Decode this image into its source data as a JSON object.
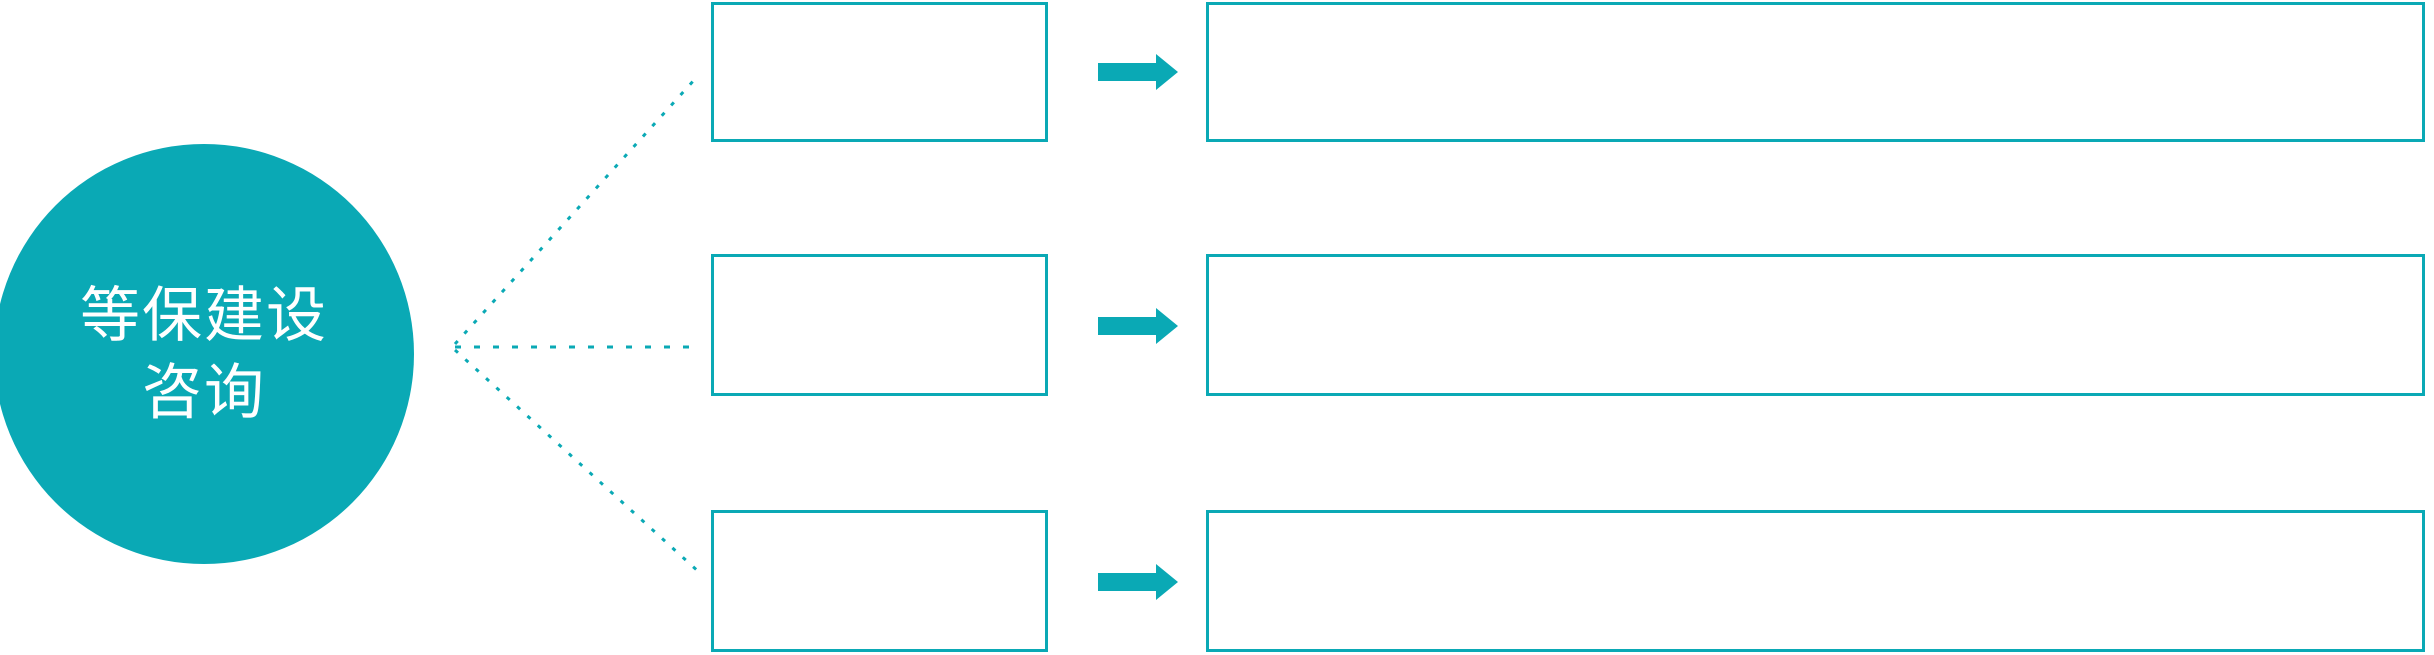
{
  "colors": {
    "accent": "#0AA9B5",
    "background": "#FFFFFF",
    "hub_text": "#FFFFFF"
  },
  "hub": {
    "label_line1": "等保建设",
    "label_line2": "咨询"
  },
  "connectors": {
    "style": "dotted",
    "icon": "fan-out-dotted-lines",
    "count": 3
  },
  "rows": [
    {
      "small_box_text": "",
      "arrow_icon": "arrow-right-icon",
      "large_box_text": ""
    },
    {
      "small_box_text": "",
      "arrow_icon": "arrow-right-icon",
      "large_box_text": ""
    },
    {
      "small_box_text": "",
      "arrow_icon": "arrow-right-icon",
      "large_box_text": ""
    }
  ]
}
